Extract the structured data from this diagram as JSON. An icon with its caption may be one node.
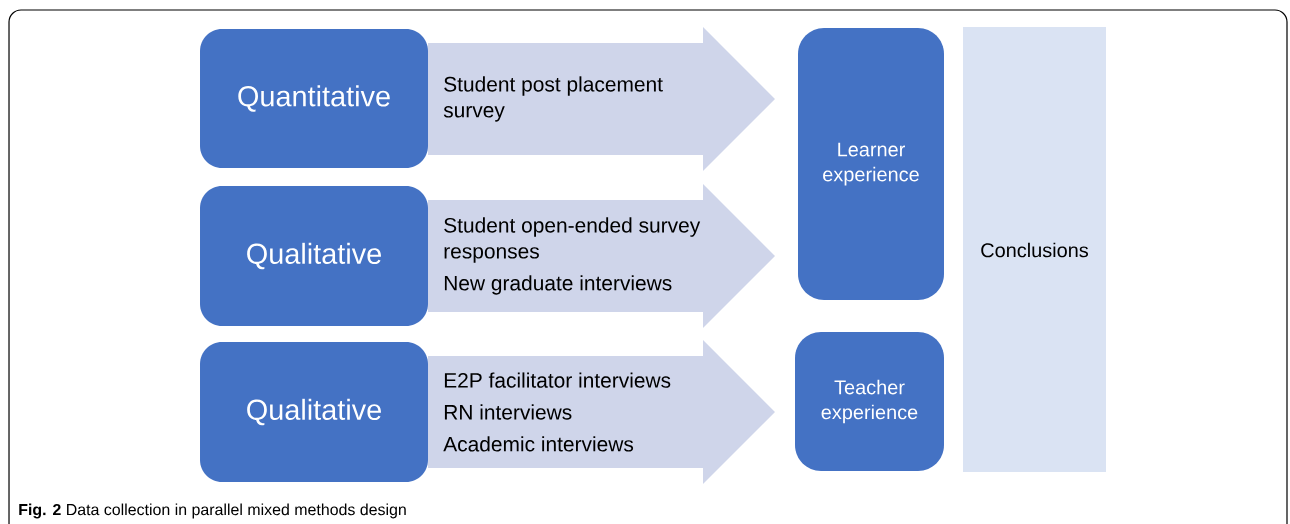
{
  "diagram": {
    "caption": "**Fig. 2** Data collection in parallel mixed methods design",
    "nodes": [
      {
        "text": [
          "Quantitative"
        ]
      },
      {
        "text": [
          "Student post placement survey"
        ]
      },
      {
        "text": [
          "Qualitative"
        ]
      },
      {
        "text": [
          "Student open-ended survey responses",
          "New graduate interviews"
        ]
      },
      {
        "text": [
          "Qualitative"
        ]
      },
      {
        "text": [
          "E2P facilitator interviews",
          "RN interviews",
          "Academic interviews"
        ]
      },
      {
        "text": [
          "Learner experience"
        ]
      },
      {
        "text": [
          "Teacher experience"
        ]
      },
      {
        "text": [
          "Conclusions"
        ]
      }
    ]
  }
}
